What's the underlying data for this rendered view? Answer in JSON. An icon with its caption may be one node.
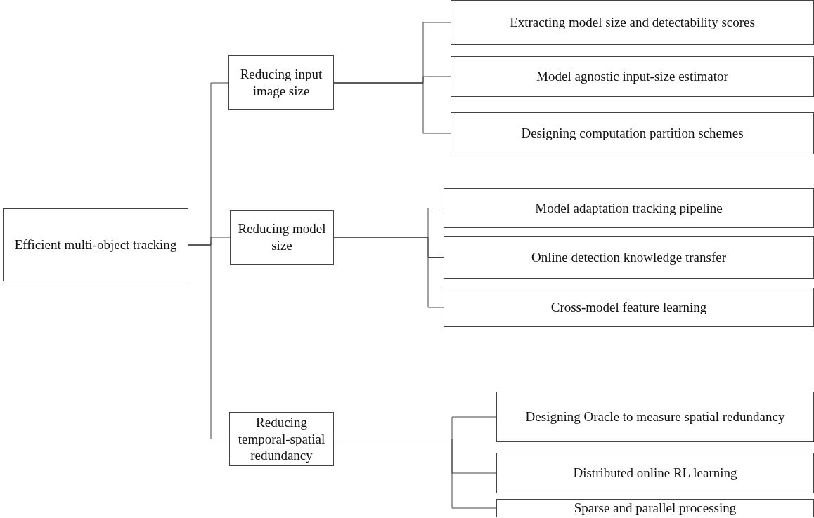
{
  "diagram": {
    "nodes": [
      {
        "text": [
          "Efficient multi-object tracking"
        ]
      },
      {
        "text": [
          "Reducing input image size"
        ]
      },
      {
        "text": [
          "Reducing model size"
        ]
      },
      {
        "text": [
          "Reducing temporal-spatial redundancy"
        ]
      },
      {
        "text": [
          "Extracting model size and detectability scores"
        ]
      },
      {
        "text": [
          "Model agnostic input-size estimator"
        ]
      },
      {
        "text": [
          "Designing computation partition schemes"
        ]
      },
      {
        "text": [
          "Model adaptation tracking pipeline"
        ]
      },
      {
        "text": [
          "Online detection knowledge transfer"
        ]
      },
      {
        "text": [
          "Cross-model feature learning"
        ]
      },
      {
        "text": [
          "Designing Oracle to measure spatial redundancy"
        ]
      },
      {
        "text": [
          "Distributed online RL learning"
        ]
      },
      {
        "text": [
          "Sparse and parallel processing"
        ]
      }
    ],
    "edges": [
      {
        "from": 0,
        "to": 1,
        "arrow": "none"
      },
      {
        "from": 0,
        "to": 2,
        "arrow": "none"
      },
      {
        "from": 0,
        "to": 3,
        "arrow": "none"
      },
      {
        "from": 1,
        "to": 4,
        "arrow": "none"
      },
      {
        "from": 1,
        "to": 5,
        "arrow": "none"
      },
      {
        "from": 1,
        "to": 6,
        "arrow": "none"
      },
      {
        "from": 2,
        "to": 7,
        "arrow": "none"
      },
      {
        "from": 2,
        "to": 8,
        "arrow": "none"
      },
      {
        "from": 2,
        "to": 9,
        "arrow": "none"
      },
      {
        "from": 3,
        "to": 10,
        "arrow": "none"
      },
      {
        "from": 3,
        "to": 11,
        "arrow": "none"
      },
      {
        "from": 3,
        "to": 12,
        "arrow": "none"
      }
    ]
  }
}
